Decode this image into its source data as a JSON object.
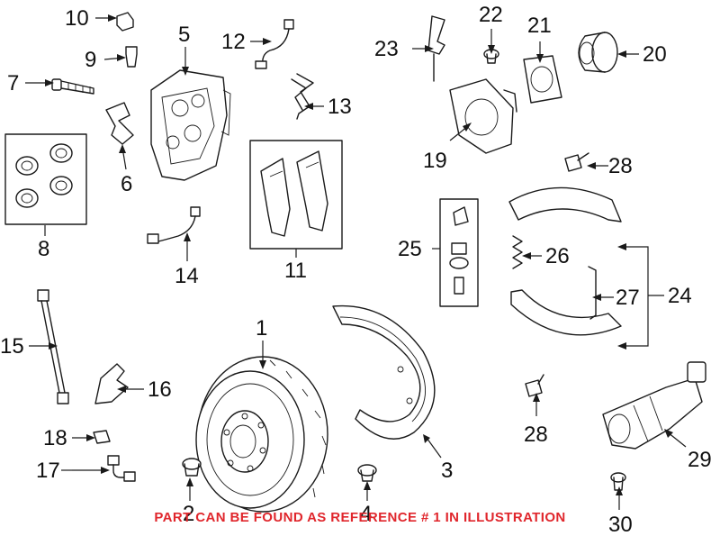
{
  "callouts": {
    "c1": "1",
    "c2": "2",
    "c3": "3",
    "c4": "4",
    "c5": "5",
    "c6": "6",
    "c7": "7",
    "c8": "8",
    "c9": "9",
    "c10": "10",
    "c11": "11",
    "c12": "12",
    "c13": "13",
    "c14": "14",
    "c15": "15",
    "c16": "16",
    "c17": "17",
    "c18": "18",
    "c19": "19",
    "c20": "20",
    "c21": "21",
    "c22": "22",
    "c23": "23",
    "c24": "24",
    "c25": "25",
    "c26": "26",
    "c27": "27",
    "c28a": "28",
    "c28b": "28",
    "c29": "29",
    "c30": "30"
  },
  "footer_note": "PART CAN BE FOUND AS REFERENCE # 1 IN ILLUSTRATION",
  "colors": {
    "note": "#e0262c",
    "line": "#1a1a1a",
    "background": "#ffffff"
  }
}
